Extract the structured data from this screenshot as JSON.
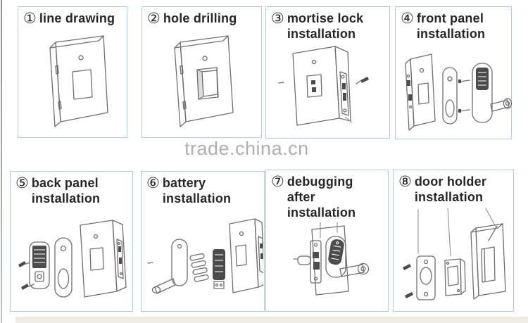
{
  "watermark": "trade.china.cn",
  "colors": {
    "panel_border": "#aecbe0",
    "title_text": "#262626",
    "watermark_text": "#a2a2a2",
    "line_art": "#6e6e6e",
    "dark_parts": "#4c4c4c"
  },
  "steps": [
    {
      "number": "①",
      "label": "line drawing",
      "illustration": "door-panel-outline"
    },
    {
      "number": "②",
      "label": "hole drilling",
      "illustration": "door-panel-with-drilled-hole"
    },
    {
      "number": "③",
      "label": "mortise lock installation",
      "illustration": "mortise-lock-on-door-edge-with-screw"
    },
    {
      "number": "④",
      "label": "front panel installation",
      "illustration": "exploded-door-gasket-front-panel-with-handle"
    },
    {
      "number": "⑤",
      "label": "back panel installation",
      "illustration": "exploded-back-panel-gasket-door-with-screws"
    },
    {
      "number": "⑥",
      "label": "battery installation",
      "illustration": "exploded-handle-plate-batteries-pack-door"
    },
    {
      "number": "⑦",
      "label": "debugging after installation",
      "illustration": "assembled-lock-with-keypad-handle-latch"
    },
    {
      "number": "⑧",
      "label": "door holder installation",
      "illustration": "exploded-strike-plate-box-door-frame"
    }
  ]
}
